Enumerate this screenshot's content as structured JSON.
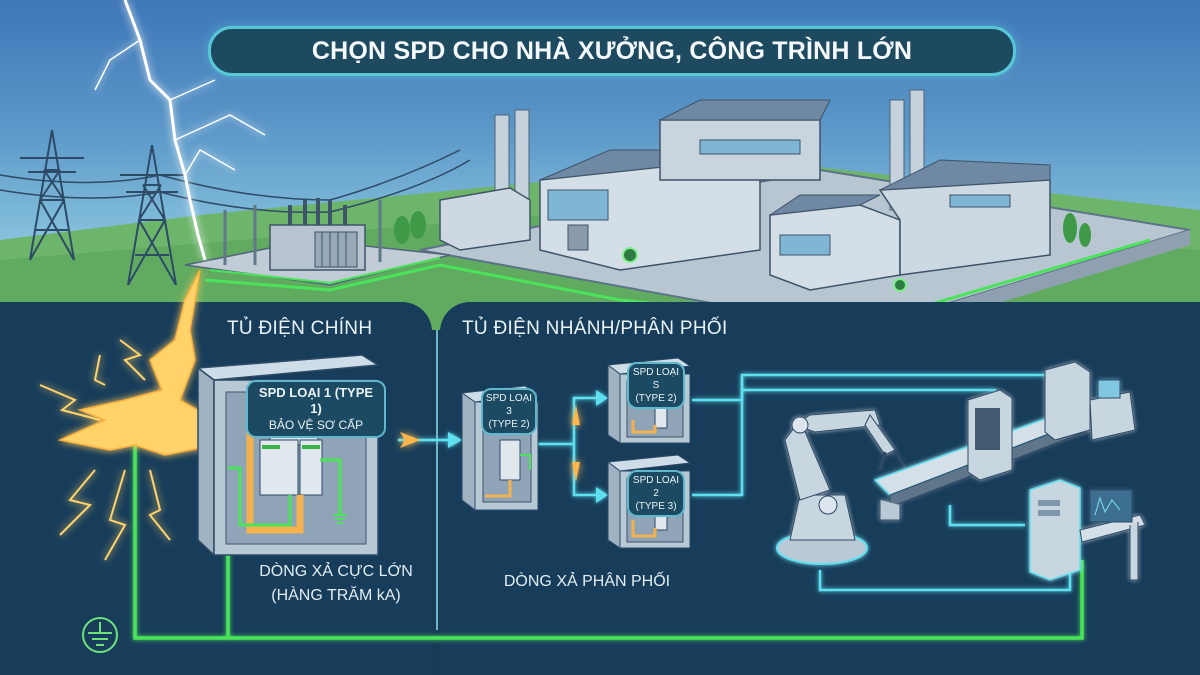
{
  "title": "CHỌN SPD CHO NHÀ XƯỞNG, CÔNG TRÌNH LỚN",
  "colors": {
    "sky_top": "#3f77b8",
    "sky_bottom": "#a6d6e4",
    "ground": "#6db56a",
    "panel_bg": "#173d5a",
    "banner_bg": "#1e4a60",
    "banner_border": "#58c8d6",
    "ground_wire": "#4be35a",
    "signal_line": "#5fe0f0",
    "lightning": "#ffc24a"
  },
  "scene_top": {
    "elements": [
      "lightning-bolt",
      "transmission-towers",
      "substation-transformer",
      "factory-buildings",
      "smokestacks",
      "trees",
      "ground-grid"
    ]
  },
  "main_panel": {
    "label": "TỦ ĐIỆN CHÍNH",
    "spd_tag": {
      "line1": "SPD LOẠI 1 (TYPE 1)",
      "line2": "BẢO VỆ SƠ CẤP"
    },
    "caption_line1": "DÒNG XẢ CỰC LỚN",
    "caption_line2": "(HÀNG TRĂM kA)"
  },
  "branch_panel": {
    "label": "TỦ ĐIỆN NHÁNH/PHÂN PHỐI",
    "cabinets": [
      {
        "line1": "SPD LOẠI 3",
        "line2": "(TYPE 2)"
      },
      {
        "line1": "SPD LOẠI S",
        "line2": "(TYPE 2)"
      },
      {
        "line1": "SPD LOẠI 2",
        "line2": "(TYPE 3)"
      }
    ],
    "caption": "DÒNG XẢ PHÂN PHỐI"
  },
  "equipment": [
    "robot-arm",
    "conveyor-belt",
    "inspection-machine",
    "control-workstation"
  ],
  "ground_symbol": "earth-ground"
}
